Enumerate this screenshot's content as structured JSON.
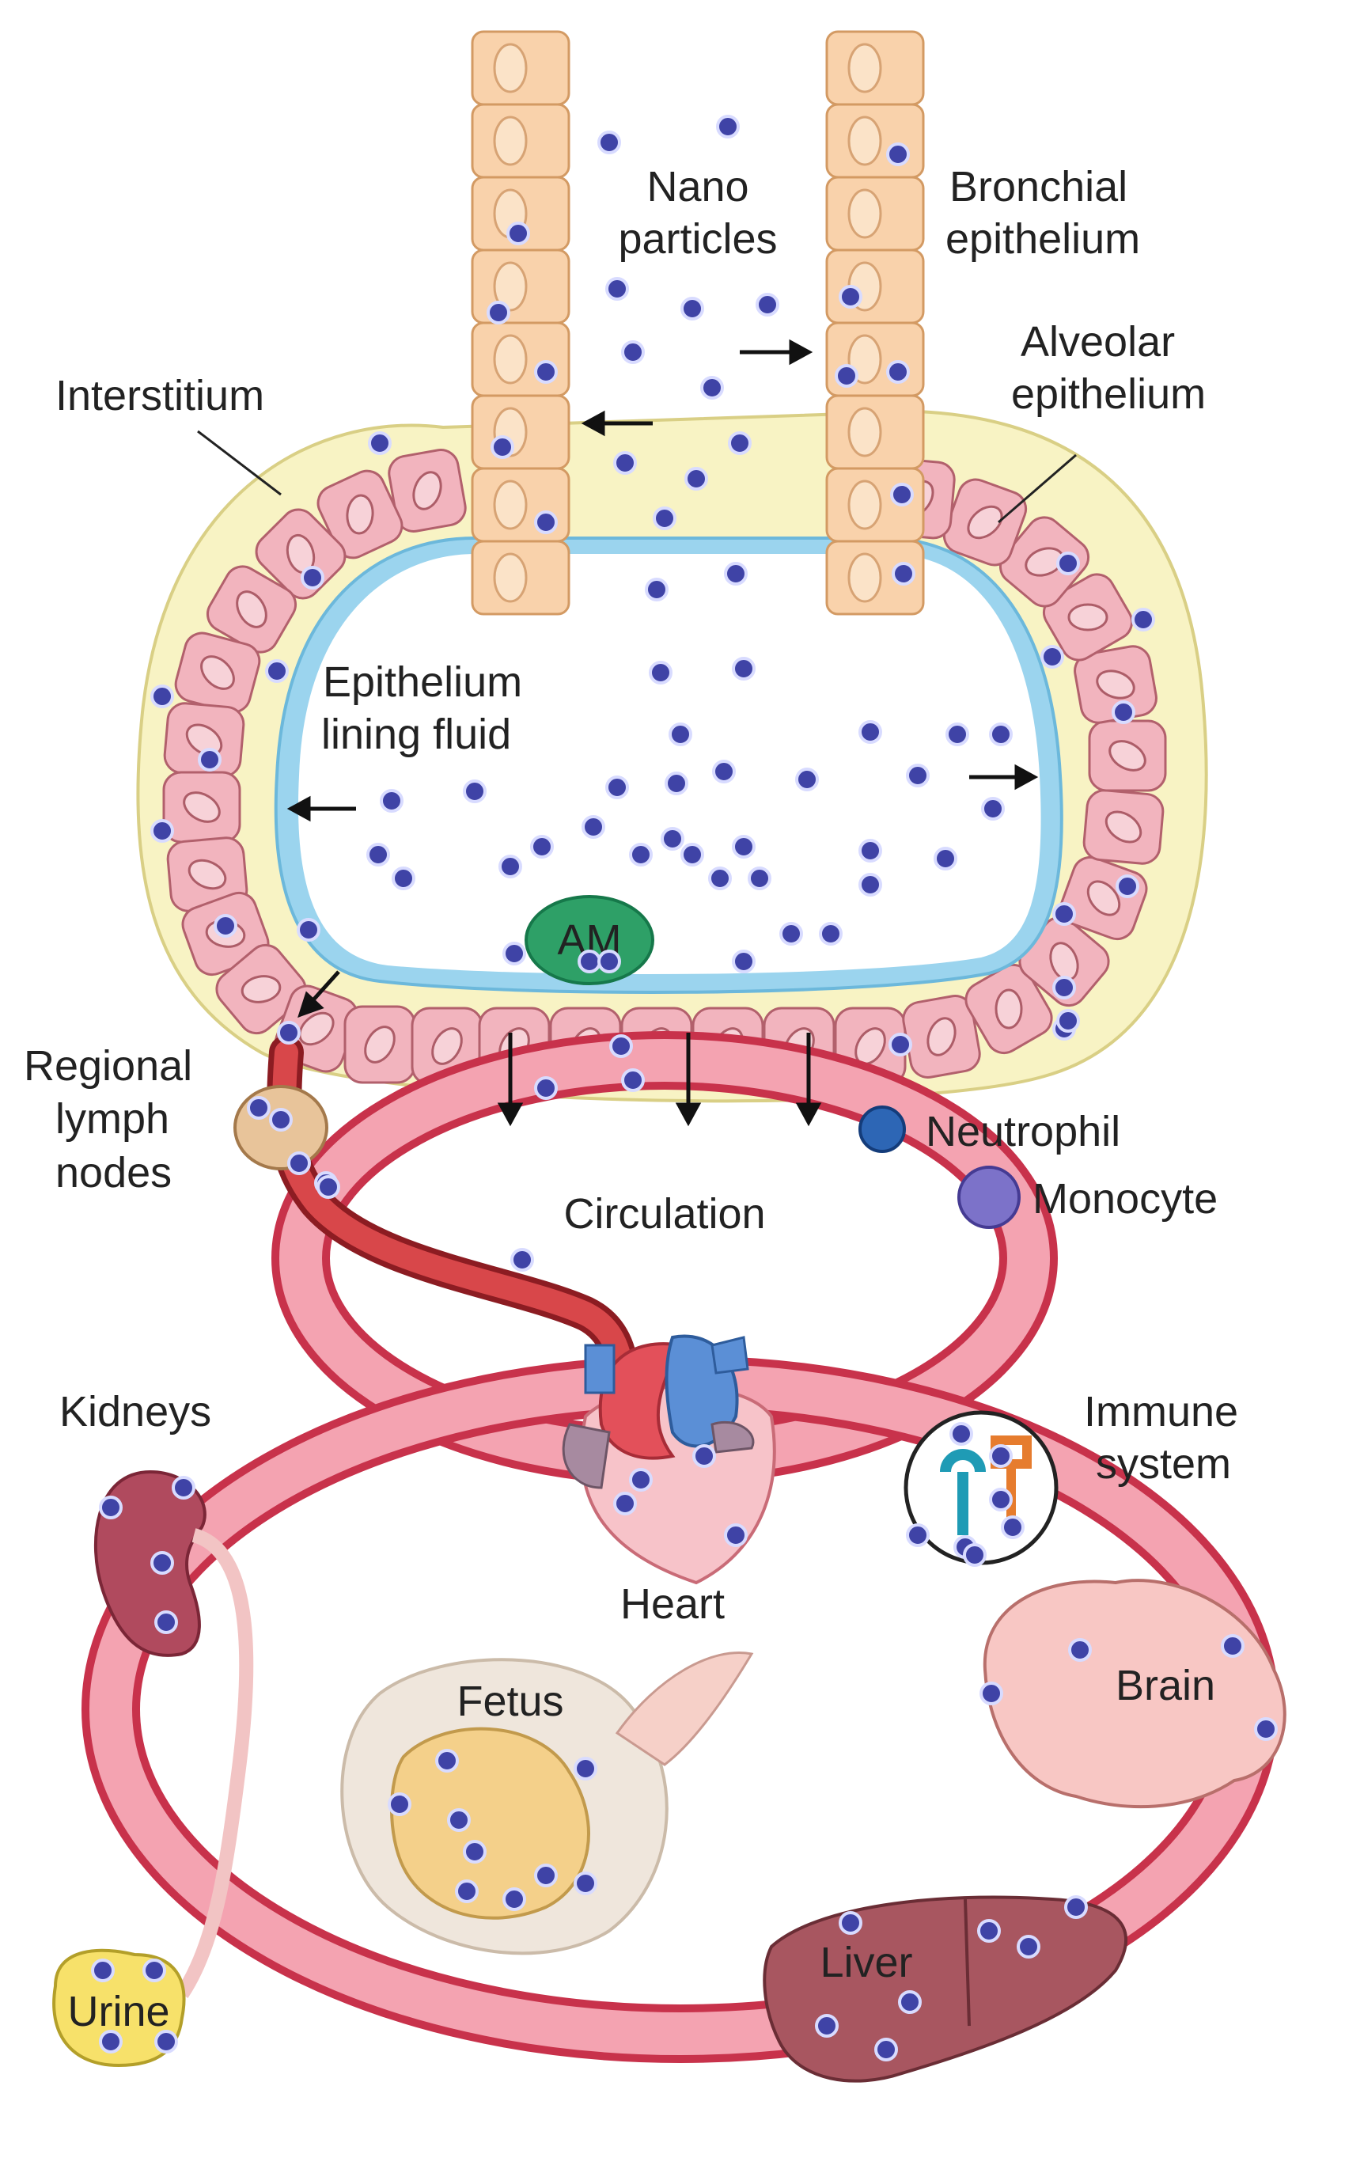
{
  "labels": {
    "nano_particles_1": "Nano",
    "nano_particles_2": "particles",
    "bronchial_1": "Bronchial",
    "bronchial_2": "epithelium",
    "alveolar_1": "Alveolar",
    "alveolar_2": "epithelium",
    "interstitium": "Interstitium",
    "elf_1": "Epithelium",
    "elf_2": "lining fluid",
    "am": "AM",
    "regional_1": "Regional",
    "regional_2": "lymph",
    "regional_3": "nodes",
    "neutrophil": "Neutrophil",
    "monocyte": "Monocyte",
    "circulation": "Circulation",
    "kidneys": "Kidneys",
    "immune_1": "Immune",
    "immune_2": "system",
    "heart": "Heart",
    "brain": "Brain",
    "fetus": "Fetus",
    "liver": "Liver",
    "urine": "Urine"
  },
  "colors": {
    "particle": "#3f43a6",
    "bronchial_cell": "#f9d2ab",
    "alveolar_cell": "#f2b4be",
    "lining_fluid": "#9bd4ee",
    "interstitium": "#f8f3c4",
    "vessel": "#c8324b",
    "macrophage": "#2ea067"
  }
}
